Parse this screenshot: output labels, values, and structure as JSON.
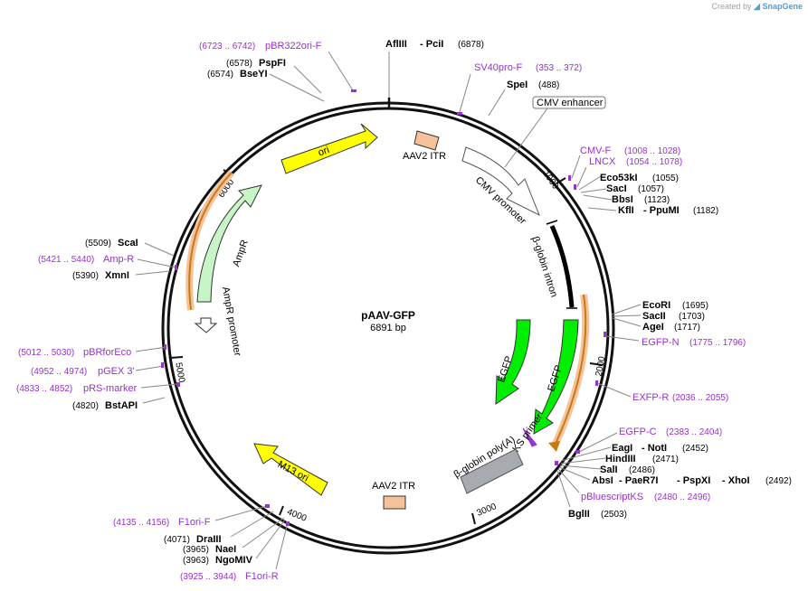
{
  "credit": {
    "prefix": "Created by",
    "brand": "SnapGene"
  },
  "plasmid": {
    "name": "pAAV-GFP",
    "size": "6891 bp",
    "length": 6891
  },
  "ticks": [
    "1000",
    "2000",
    "3000",
    "4000",
    "5000",
    "6000"
  ],
  "features": [
    {
      "id": "ori",
      "label": "ori",
      "color": "#ffff00"
    },
    {
      "id": "aav2-itr-left",
      "label": "AAV2 ITR",
      "color": "#f6c29b"
    },
    {
      "id": "cmv-enhancer",
      "label": "CMV enhancer",
      "color": "#ffffff"
    },
    {
      "id": "cmv-promoter",
      "label": "CMV promoter",
      "color": "#ffffff"
    },
    {
      "id": "beta-globin-intron",
      "label": "β-globin intron",
      "color": "#000000"
    },
    {
      "id": "egfp-1",
      "label": "EGFP",
      "color": "#00ee00"
    },
    {
      "id": "egfp-2",
      "label": "EGFP",
      "color": "#00ee00"
    },
    {
      "id": "ks-primer",
      "label": "KS primer",
      "color": "#9a2fd2"
    },
    {
      "id": "beta-globin-polya",
      "label": "β-globin poly(A)",
      "color": "#a7abb0"
    },
    {
      "id": "aav2-itr-right",
      "label": "AAV2 ITR",
      "color": "#f6c29b"
    },
    {
      "id": "m13-ori",
      "label": "M13 ori",
      "color": "#ffff00"
    },
    {
      "id": "ampr",
      "label": "AmpR",
      "color": "#c8f5c8"
    },
    {
      "id": "ampr-promoter",
      "label": "AmpR promoter",
      "color": "#ffffff"
    }
  ],
  "enzymes": [
    {
      "id": "afliii",
      "name": "AflIII",
      "name2": "PciI",
      "pos": "(6878)"
    },
    {
      "id": "spei",
      "name": "SpeI",
      "pos": "(488)"
    },
    {
      "id": "eco53ki",
      "name": "Eco53kI",
      "pos": "(1055)"
    },
    {
      "id": "saci",
      "name": "SacI",
      "pos": "(1057)"
    },
    {
      "id": "bbsi",
      "name": "BbsI",
      "pos": "(1123)"
    },
    {
      "id": "kfli",
      "name": "KflI",
      "name2": "PpuMI",
      "pos": "(1182)"
    },
    {
      "id": "ecori",
      "name": "EcoRI",
      "pos": "(1695)"
    },
    {
      "id": "sacii",
      "name": "SacII",
      "pos": "(1703)"
    },
    {
      "id": "agei",
      "name": "AgeI",
      "pos": "(1717)"
    },
    {
      "id": "eagi",
      "name": "EagI",
      "name2": "NotI",
      "pos": "(2452)"
    },
    {
      "id": "hindiii",
      "name": "HindIII",
      "pos": "(2471)"
    },
    {
      "id": "sali",
      "name": "SalI",
      "pos": "(2486)"
    },
    {
      "id": "absi",
      "name": "AbsI",
      "name2": "PaeR7I",
      "name3": "PspXI",
      "name4": "XhoI",
      "pos": "(2492)"
    },
    {
      "id": "bglii",
      "name": "BglII",
      "pos": "(2503)"
    },
    {
      "id": "draiii",
      "name": "DraIII",
      "pos": "(4071)"
    },
    {
      "id": "naei",
      "name": "NaeI",
      "pos": "(3965)"
    },
    {
      "id": "ngomiv",
      "name": "NgoMIV",
      "pos": "(3963)"
    },
    {
      "id": "bstapi",
      "name": "BstAPI",
      "pos": "(4820)"
    },
    {
      "id": "xmni",
      "name": "XmnI",
      "pos": "(5390)"
    },
    {
      "id": "scai",
      "name": "ScaI",
      "pos": "(5509)"
    },
    {
      "id": "bseyi",
      "name": "BseYI",
      "pos": "(6574)"
    },
    {
      "id": "pspfi",
      "name": "PspFI",
      "pos": "(6578)"
    }
  ],
  "primers": [
    {
      "id": "pbr322ori-f",
      "name": "pBR322ori-F",
      "pos": "(6723 .. 6742)"
    },
    {
      "id": "sv40pro-f",
      "name": "SV40pro-F",
      "pos": "(353 .. 372)"
    },
    {
      "id": "cmv-f",
      "name": "CMV-F",
      "pos": "(1008 .. 1028)"
    },
    {
      "id": "lncx",
      "name": "LNCX",
      "pos": "(1054 .. 1078)"
    },
    {
      "id": "egfp-n",
      "name": "EGFP-N",
      "pos": "(1775 .. 1796)"
    },
    {
      "id": "exfp-r",
      "name": "EXFP-R",
      "pos": "(2036 .. 2055)"
    },
    {
      "id": "egfp-c",
      "name": "EGFP-C",
      "pos": "(2383 .. 2404)"
    },
    {
      "id": "pbluescriptks",
      "name": "pBluescriptKS",
      "pos": "(2480 .. 2496)"
    },
    {
      "id": "f1ori-f",
      "name": "F1ori-F",
      "pos": "(4135 .. 4156)"
    },
    {
      "id": "f1ori-r",
      "name": "F1ori-R",
      "pos": "(3925 .. 3944)"
    },
    {
      "id": "prs-marker",
      "name": "pRS-marker",
      "pos": "(4833 .. 4852)"
    },
    {
      "id": "pgex3",
      "name": "pGEX 3'",
      "pos": "(4952 .. 4974)"
    },
    {
      "id": "pbrforeco",
      "name": "pBRforEco",
      "pos": "(5012 .. 5030)"
    },
    {
      "id": "amp-r",
      "name": "Amp-R",
      "pos": "(5421 .. 5440)"
    }
  ]
}
